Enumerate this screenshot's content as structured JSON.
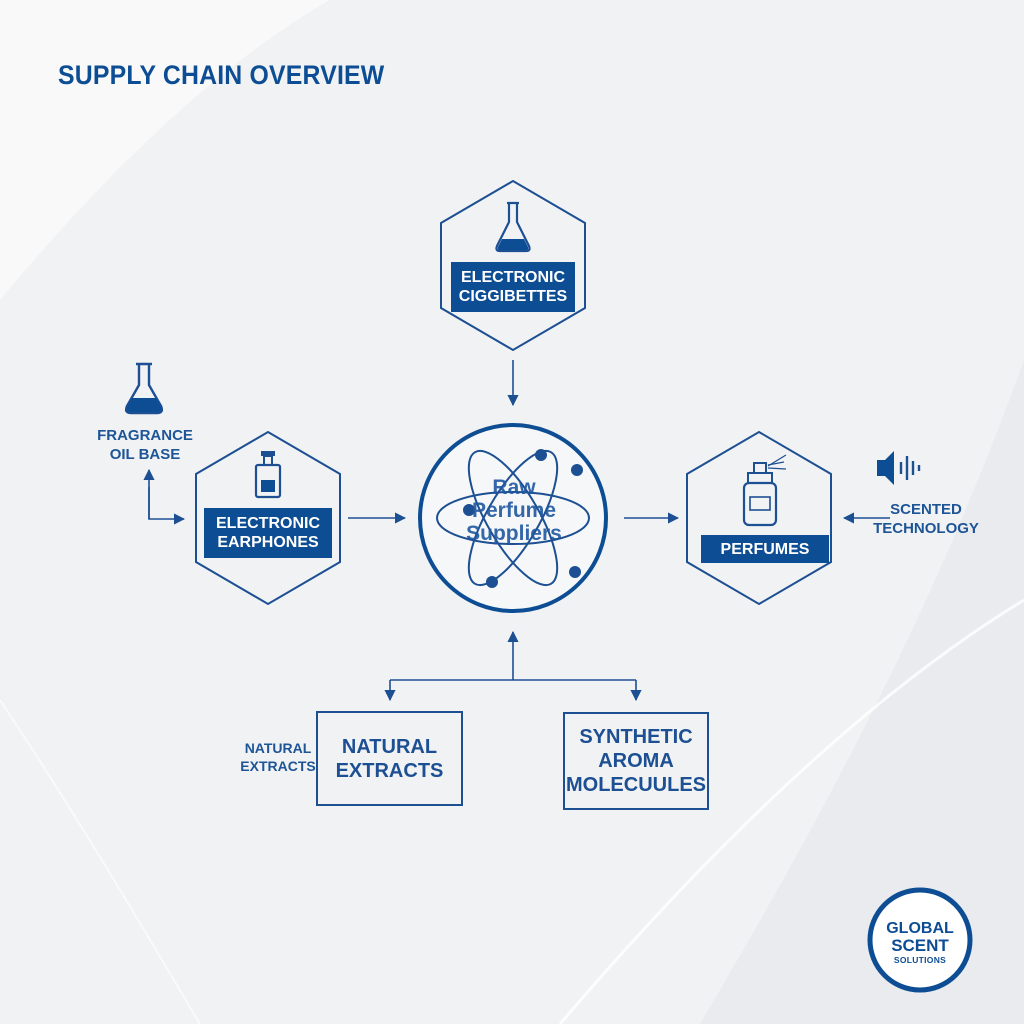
{
  "title": "SUPPLY CHAIN OVERVIEW",
  "colors": {
    "primary": "#0d4d94",
    "background": "#f1f2f4"
  },
  "nodes": {
    "top": {
      "label_line1": "ELECTRONIC",
      "label_line2": "CIGGIBETTES",
      "icon": "flask-icon"
    },
    "left": {
      "label_line1": "ELECTRONIC",
      "label_line2": "EARPHONES",
      "icon": "perfume-bottle-icon"
    },
    "right": {
      "label": "PERFUMES",
      "icon": "spray-bottle-icon"
    },
    "center": {
      "line1": "Raw",
      "line2": "Perfume",
      "line3": "Suppliers",
      "icon": "atom-icon"
    },
    "bottom_left": {
      "line1": "NATURAL",
      "line2": "EXTRACTS"
    },
    "bottom_right": {
      "line1": "SYNTHETIC",
      "line2": "AROMA",
      "line3": "MOLECUULES"
    }
  },
  "external": {
    "fragrance": {
      "line1": "FRAGRANCE",
      "line2": "OIL BASE",
      "icon": "flask-icon"
    },
    "scented": {
      "line1": "SCENTED",
      "line2": "TECHNOLOGY",
      "icon": "speaker-icon"
    },
    "natural": {
      "line1": "NATURAL",
      "line2": "EXTRACTS"
    }
  },
  "logo": {
    "line1": "GLOBAL",
    "line2": "SCENT",
    "line3": "SOLUTIONS"
  }
}
